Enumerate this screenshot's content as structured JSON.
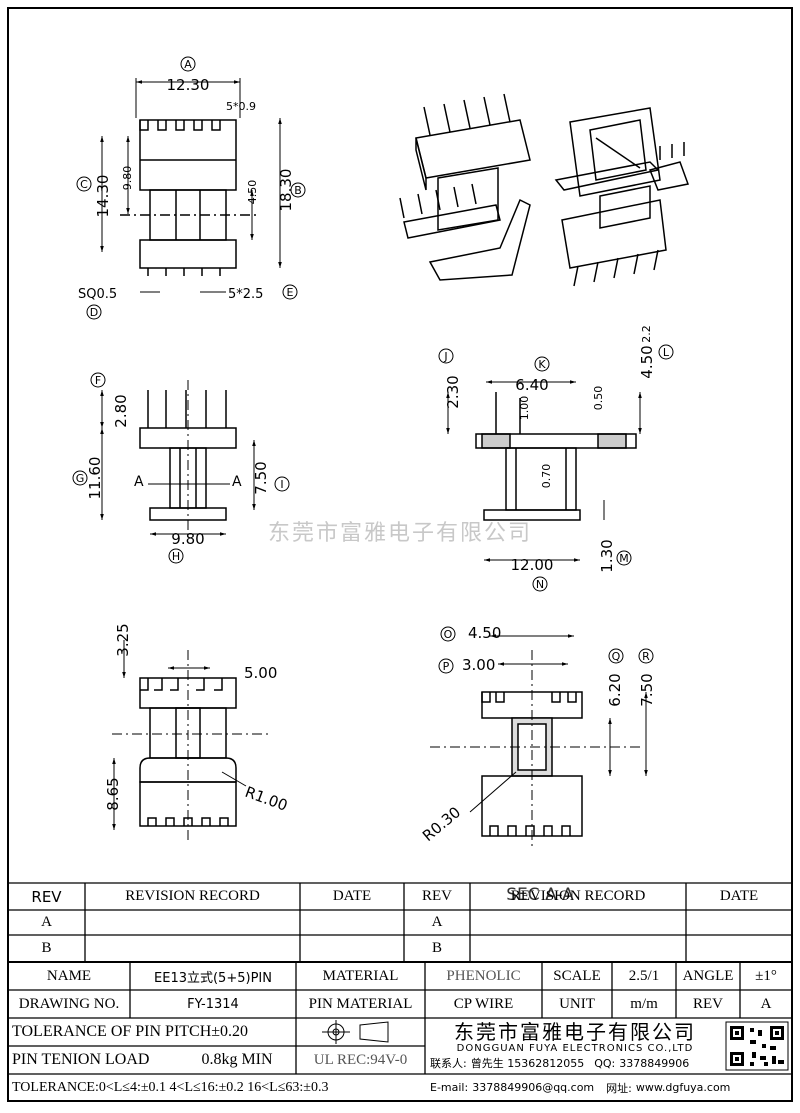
{
  "drawing": {
    "views": {
      "top": {
        "dims": {
          "width": "12.30",
          "pin_gap": "5*0.9",
          "total_h": "14.30",
          "inner_h": "9.80",
          "flange_gap": "4.50",
          "overall_h": "18.30",
          "sq": "SQ0.5",
          "pitch": "5*2.5"
        },
        "markers": [
          "A",
          "B",
          "C",
          "D",
          "E"
        ]
      },
      "side": {
        "dims": {
          "pin_len": "2.80",
          "height": "11.60",
          "body_h": "7.50",
          "base_w": "9.80"
        },
        "markers": [
          "F",
          "G",
          "H",
          "I"
        ],
        "section_marks": [
          "A",
          "A"
        ]
      },
      "front": {
        "dims": {
          "pin_len": "2.30",
          "top_w": "6.40",
          "d1": "1.00",
          "d050": "0.50",
          "d450": "4.50",
          "d22": "2.2",
          "d070": "0.70",
          "base_w": "12.00",
          "base_h": "1.30"
        },
        "markers": [
          "J",
          "K",
          "L",
          "M",
          "N"
        ]
      },
      "bottom": {
        "dims": {
          "d325": "3.25",
          "d500": "5.00",
          "d865": "8.65",
          "radius": "R1.00"
        }
      },
      "section": {
        "dims": {
          "d450": "4.50",
          "d300": "3.00",
          "d620": "6.20",
          "d750": "7.50",
          "radius": "R0.30"
        },
        "markers": [
          "O",
          "P",
          "Q",
          "R"
        ],
        "label": "SEC A-A"
      }
    },
    "watermark": "东莞市富雅电子有限公司"
  },
  "revision_table": {
    "headers": {
      "rev": "REV",
      "record": "REVISION RECORD",
      "date": "DATE"
    },
    "rows": [
      {
        "rev": "A"
      },
      {
        "rev": "B"
      }
    ]
  },
  "title_block": {
    "name_label": "NAME",
    "name_value": "EE13立式(5+5)PIN",
    "material_label": "MATERIAL",
    "material_value": "PHENOLIC",
    "scale_label": "SCALE",
    "scale_value": "2.5/1",
    "angle_label": "ANGLE",
    "angle_value": "±1°",
    "drawing_no_label": "DRAWING NO.",
    "drawing_no_value": "FY-1314",
    "pin_material_label": "PIN MATERIAL",
    "pin_material_value": "CP WIRE",
    "unit_label": "UNIT",
    "unit_value": "m/m",
    "rev_label": "REV",
    "rev_value": "A",
    "pitch_tolerance": "TOLERANCE OF PIN PITCH±0.20",
    "pin_load_label": "PIN TENION LOAD",
    "pin_load_value": "0.8kg MIN",
    "ul_rec": "UL REC:94V-0",
    "tolerance": "TOLERANCE:0<L≤4:±0.1  4<L≤16:±0.2  16<L≤63:±0.3",
    "company_cn": "东莞市富雅电子有限公司",
    "company_en": "DONGGUAN FUYA ELECTRONICS CO.,LTD",
    "contact_label": "联系人:",
    "contact_value": "曾先生 15362812055",
    "qq_label": "QQ:",
    "qq_value": "3378849906",
    "email_label": "E-mail:",
    "email_value": "3378849906@qq.com",
    "website_label": "网址:",
    "website_value": "www.dgfuya.com"
  }
}
